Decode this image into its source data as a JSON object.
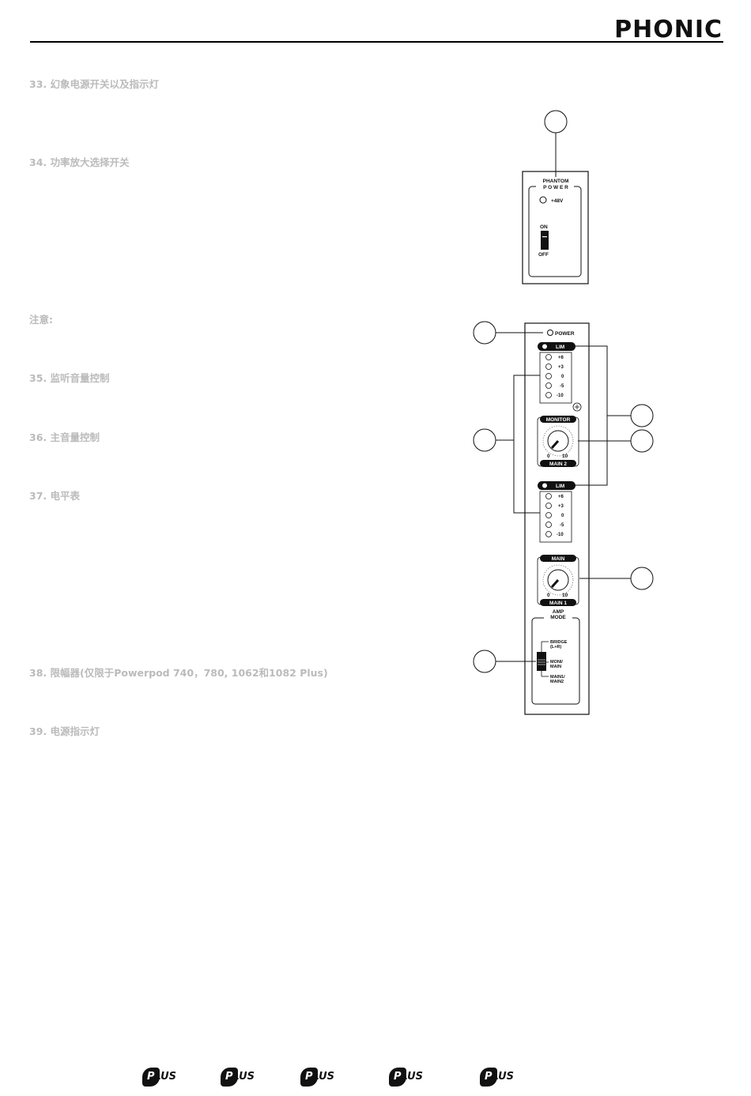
{
  "header": {
    "brand": "PHONIC"
  },
  "sections": [
    {
      "id": "33",
      "text": "33. 幻象电源开关以及指示灯"
    },
    {
      "id": "34",
      "text": "34. 功率放大选择开关"
    },
    {
      "id": "note",
      "text": "注意:"
    },
    {
      "id": "35",
      "text": "35. 监听音量控制"
    },
    {
      "id": "36",
      "text": "36. 主音量控制"
    },
    {
      "id": "37",
      "text": "37. 电平表"
    },
    {
      "id": "38",
      "text": "38. 限幅器(仅限于Powerpod 740，780, 1062和1082 Plus)"
    },
    {
      "id": "39",
      "text": "39. 电源指示灯"
    }
  ],
  "phantom_panel": {
    "title_top": "PHANTOM",
    "title_bottom": "P O W E R",
    "led_label": "+48V",
    "switch_on": "ON",
    "switch_off": "OFF"
  },
  "main_panel": {
    "power_label": "POWER",
    "meter": {
      "lim": "LIM",
      "levels": [
        "+6",
        "+3",
        "0",
        "-5",
        "-10"
      ]
    },
    "monitor_knob": {
      "top": "MONITOR",
      "bottom": "MAIN 2",
      "min": "0",
      "max": "10"
    },
    "main_knob": {
      "top": "MAIN",
      "bottom": "MAIN 1",
      "min": "0",
      "max": "10"
    },
    "amp_mode": {
      "title_top": "AMP",
      "title_bottom": "MODE",
      "opt1_a": "BRIDGE",
      "opt1_b": "(L+R)",
      "opt2_a": "MONI/",
      "opt2_b": "MAIN",
      "opt3_a": "MAIN1/",
      "opt3_b": "MAIN2"
    }
  },
  "footer": {
    "plus_logos": [
      "PLUS",
      "PLUS",
      "PLUS",
      "PLUS",
      "PLUS"
    ]
  },
  "colors": {
    "heading": "#bbbbbb",
    "ink": "#111111"
  }
}
